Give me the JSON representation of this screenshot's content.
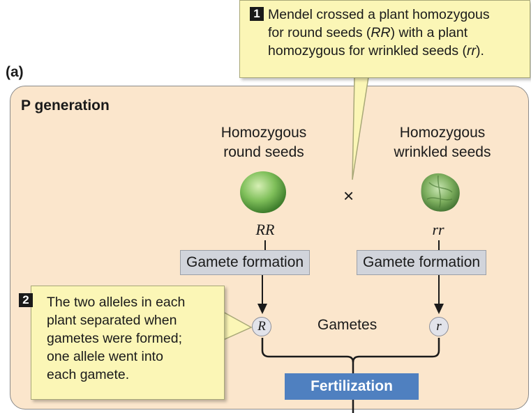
{
  "panel_label": "(a)",
  "generation_title": "P generation",
  "parent_round": {
    "label_line1": "Homozygous",
    "label_line2": "round seeds",
    "genotype": "RR"
  },
  "parent_wrinkled": {
    "label_line1": "Homozygous",
    "label_line2": "wrinkled seeds",
    "genotype": "rr"
  },
  "cross_symbol": "×",
  "gamete_formation_left": "Gamete formation",
  "gamete_formation_right": "Gamete formation",
  "gametes_label": "Gametes",
  "allele_dominant": "R",
  "allele_recessive": "r",
  "fertilization_label": "Fertilization",
  "callout1": {
    "number": "1",
    "line1": "Mendel crossed a plant homozygous",
    "line2_pre": "for round seeds (",
    "line2_em": "RR",
    "line2_post": ") with a plant",
    "line3_pre": "homozygous for wrinkled seeds (",
    "line3_em": "rr",
    "line3_post": ")."
  },
  "callout2": {
    "number": "2",
    "lines": [
      "The two alleles in each",
      "plant separated when",
      "gametes were formed;",
      "one allele went into",
      "each gamete."
    ]
  },
  "colors": {
    "panel": "#fbe6cc",
    "callout": "#fbf6b6",
    "gamete_box": "#d1d4db",
    "fertilization": "#4f80c0"
  }
}
